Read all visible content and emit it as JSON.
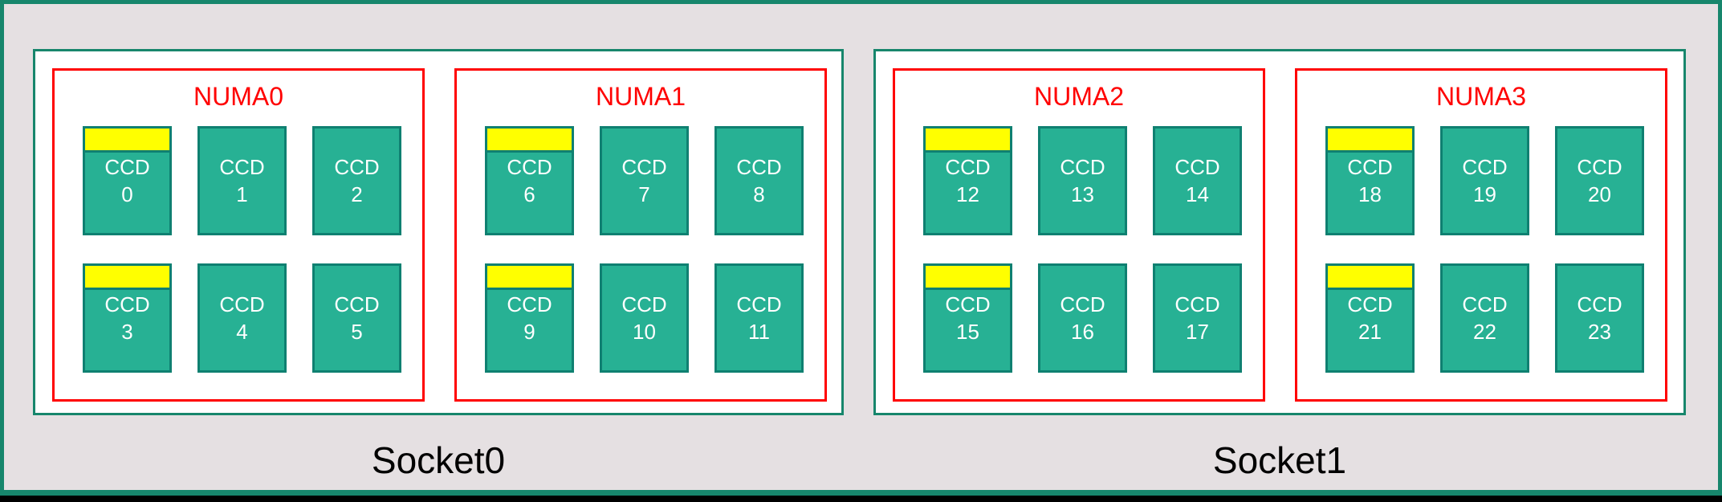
{
  "diagram": {
    "sockets": [
      {
        "label": "Socket0",
        "numas": [
          {
            "label": "NUMA0",
            "ccds": [
              {
                "label": "CCD",
                "number": "0",
                "highlight": true
              },
              {
                "label": "CCD",
                "number": "1",
                "highlight": false
              },
              {
                "label": "CCD",
                "number": "2",
                "highlight": false
              },
              {
                "label": "CCD",
                "number": "3",
                "highlight": true
              },
              {
                "label": "CCD",
                "number": "4",
                "highlight": false
              },
              {
                "label": "CCD",
                "number": "5",
                "highlight": false
              }
            ]
          },
          {
            "label": "NUMA1",
            "ccds": [
              {
                "label": "CCD",
                "number": "6",
                "highlight": true
              },
              {
                "label": "CCD",
                "number": "7",
                "highlight": false
              },
              {
                "label": "CCD",
                "number": "8",
                "highlight": false
              },
              {
                "label": "CCD",
                "number": "9",
                "highlight": true
              },
              {
                "label": "CCD",
                "number": "10",
                "highlight": false
              },
              {
                "label": "CCD",
                "number": "11",
                "highlight": false
              }
            ]
          }
        ]
      },
      {
        "label": "Socket1",
        "numas": [
          {
            "label": "NUMA2",
            "ccds": [
              {
                "label": "CCD",
                "number": "12",
                "highlight": true
              },
              {
                "label": "CCD",
                "number": "13",
                "highlight": false
              },
              {
                "label": "CCD",
                "number": "14",
                "highlight": false
              },
              {
                "label": "CCD",
                "number": "15",
                "highlight": true
              },
              {
                "label": "CCD",
                "number": "16",
                "highlight": false
              },
              {
                "label": "CCD",
                "number": "17",
                "highlight": false
              }
            ]
          },
          {
            "label": "NUMA3",
            "ccds": [
              {
                "label": "CCD",
                "number": "18",
                "highlight": true
              },
              {
                "label": "CCD",
                "number": "19",
                "highlight": false
              },
              {
                "label": "CCD",
                "number": "20",
                "highlight": false
              },
              {
                "label": "CCD",
                "number": "21",
                "highlight": true
              },
              {
                "label": "CCD",
                "number": "22",
                "highlight": false
              },
              {
                "label": "CCD",
                "number": "23",
                "highlight": false
              }
            ]
          }
        ]
      }
    ],
    "colors": {
      "bg": "#e5e0e2",
      "frame_green": "#17866c",
      "ccd_fill": "#27b194",
      "ccd_border": "#0f8071",
      "numa_border": "#ff0000",
      "numa_label": "#ff0000",
      "highlight_yellow": "#ffff00",
      "ccd_text": "#ffffff",
      "socket_text": "#000000",
      "bottom_band": "#000000"
    }
  }
}
